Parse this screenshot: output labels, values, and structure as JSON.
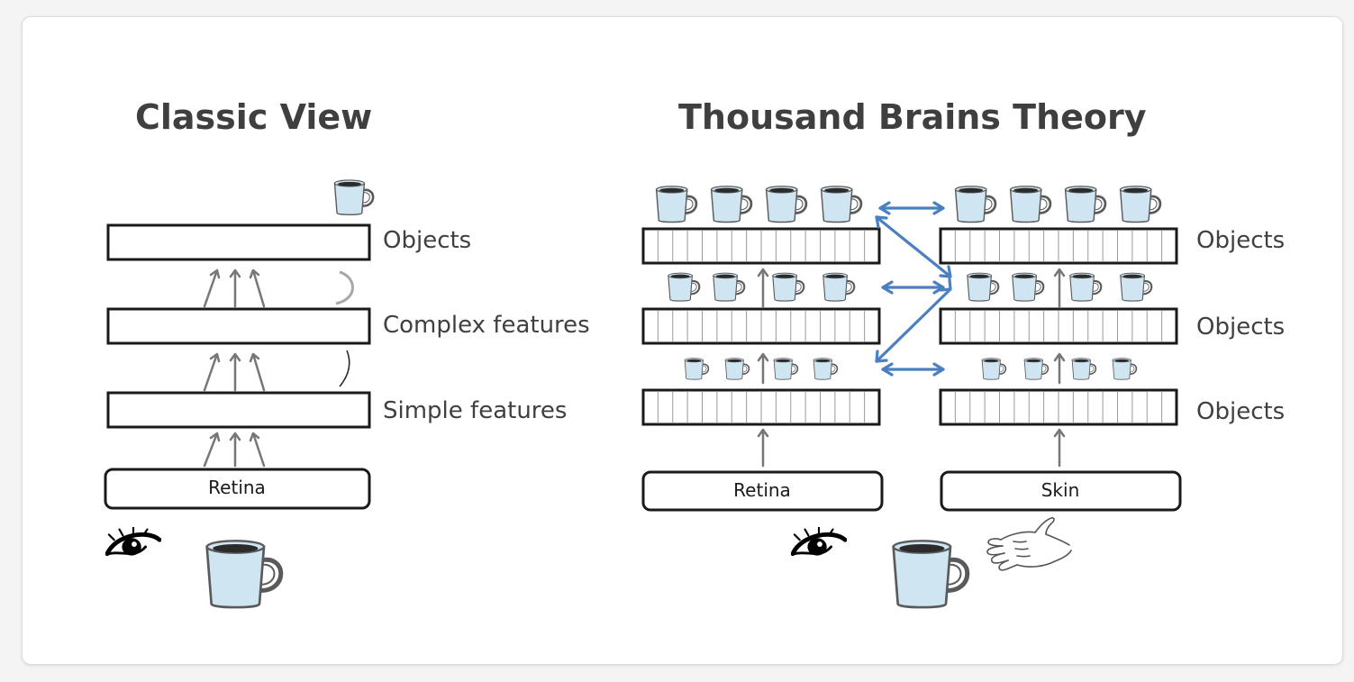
{
  "classic": {
    "title": "Classic View",
    "layers": [
      "Objects",
      "Complex features",
      "Simple features"
    ],
    "input": "Retina"
  },
  "thousand": {
    "title": "Thousand Brains Theory",
    "layers": [
      "Objects",
      "Objects",
      "Objects"
    ],
    "inputs": [
      "Retina",
      "Skin"
    ]
  },
  "icons": {
    "cup": "coffee-cup-icon",
    "eye": "eye-icon",
    "hand": "hand-icon"
  },
  "colors": {
    "cup_fill": "#cfe6f2",
    "cup_outline": "#5a5a5a",
    "connection_arrow": "#4a7fc1",
    "feedforward_arrow": "#777777",
    "layer_border": "#1a1a1a"
  }
}
